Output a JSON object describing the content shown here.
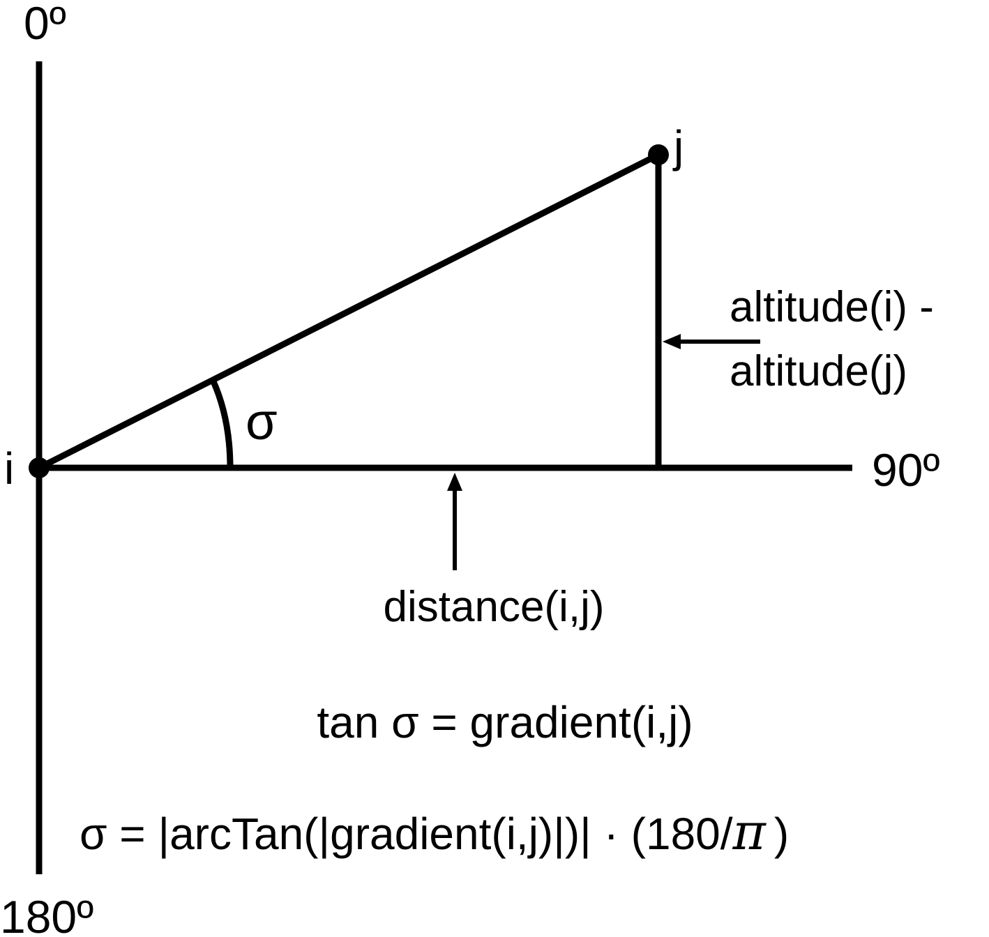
{
  "colors": {
    "ink": "#000000",
    "background": "#ffffff"
  },
  "labels": {
    "angle_top": "0º",
    "angle_right": "90º",
    "angle_bottom": "180º",
    "point_i": "i",
    "point_j": "j",
    "angle_symbol": "σ",
    "altitude_line1": "altitude(i) -",
    "altitude_line2": "altitude(j)",
    "distance": "distance(i,j)"
  },
  "formulas": {
    "tan_relation": "tan σ = gradient(i,j)",
    "sigma_main": "σ = |arcTan(|gradient(i,j)|)| · (180/",
    "sigma_pi": "π",
    "sigma_close": ")"
  }
}
